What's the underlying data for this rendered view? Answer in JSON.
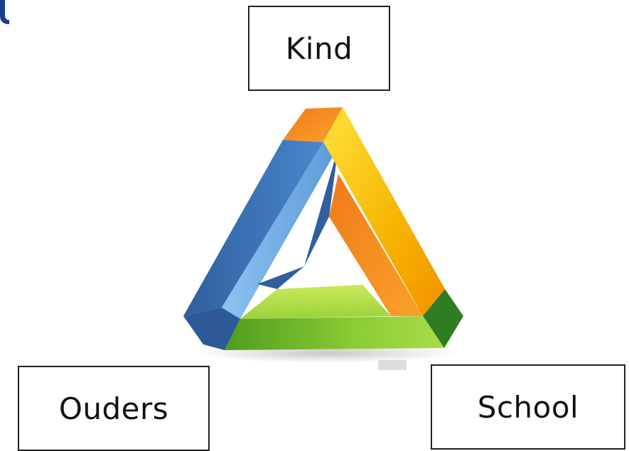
{
  "diagram": {
    "nodes": {
      "top": "Kind",
      "bottom_left": "Ouders",
      "bottom_right": "School"
    },
    "graphic": "penrose-triangle",
    "colors": {
      "orange": "#f07a1a",
      "yellow": "#f5c400",
      "blue": "#3f7ec4",
      "light_blue": "#7fb6ec",
      "green": "#7bc227",
      "dark_green": "#2f7d22",
      "corner_mark": "#1a3f8a"
    }
  }
}
